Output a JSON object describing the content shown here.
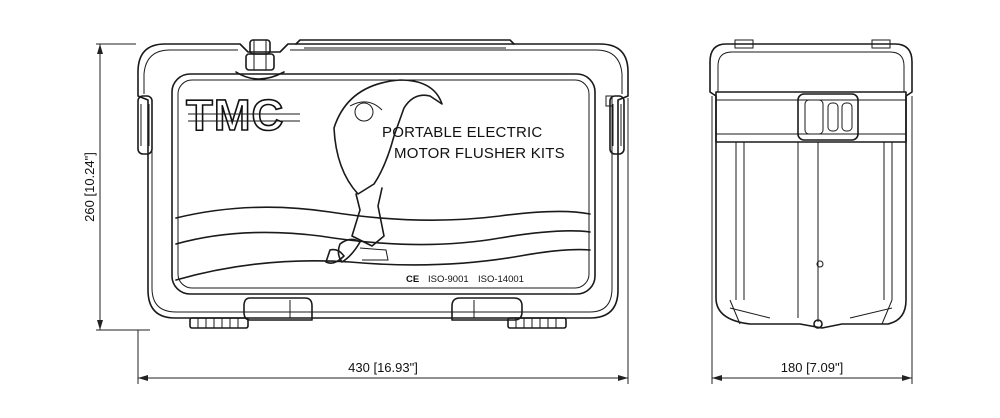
{
  "front_view": {
    "logo_text": "TMC",
    "product_line1": "PORTABLE ELECTRIC",
    "product_line2": "MOTOR FLUSHER KITS",
    "ce_mark": "CE",
    "cert_iso9001": "ISO-9001",
    "cert_iso14001": "ISO-14001"
  },
  "dimensions": {
    "height": "260 [10.24\"]",
    "width": "430 [16.93\"]",
    "depth": "180 [7.09\"]"
  }
}
